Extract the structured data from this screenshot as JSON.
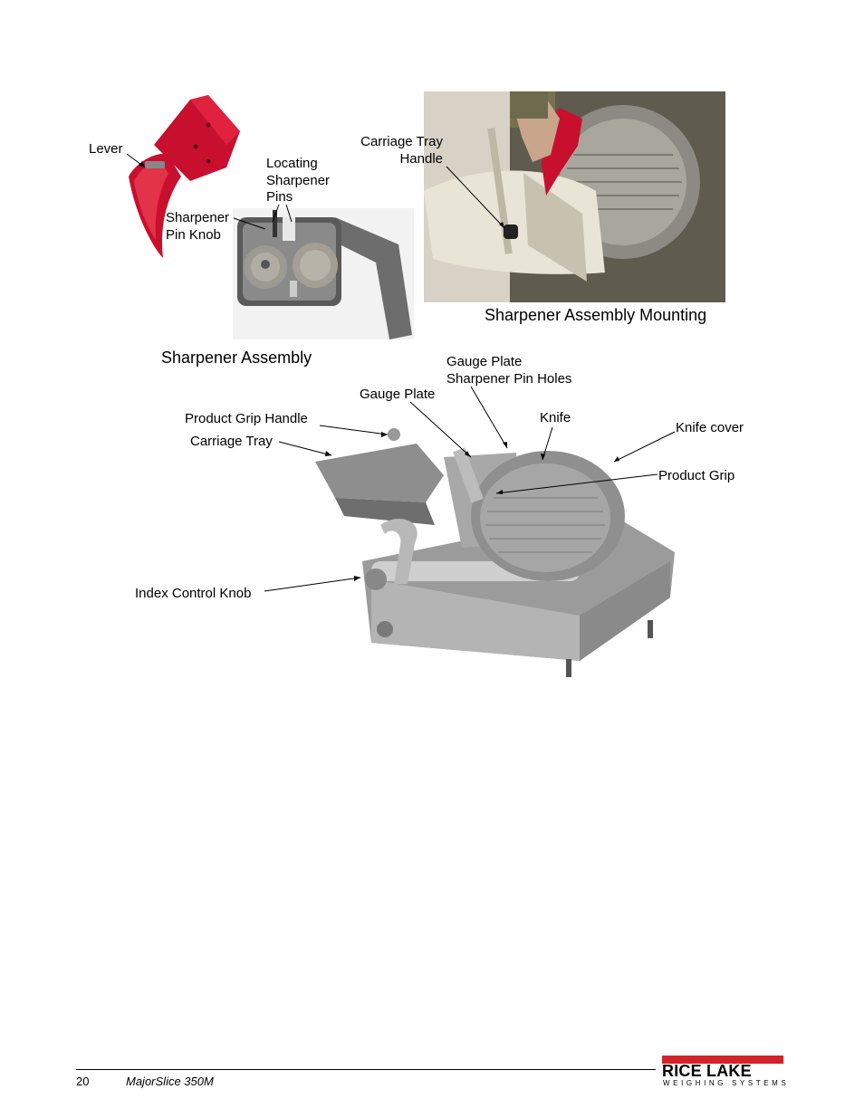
{
  "figures": {
    "sharpener_assembly": {
      "caption": "Sharpener Assembly",
      "labels": {
        "lever": "Lever",
        "locating_pins": [
          "Locating",
          "Sharpener",
          "Pins"
        ],
        "pin_knob": [
          "Sharpener",
          "Pin Knob"
        ]
      }
    },
    "sharpener_mounting": {
      "caption": "Sharpener Assembly Mounting",
      "labels": {
        "carriage_tray_handle": [
          "Carriage Tray",
          "Handle"
        ]
      }
    },
    "slicer": {
      "labels": {
        "gauge_plate_pin_holes": [
          "Gauge Plate",
          "Sharpener Pin Holes"
        ],
        "gauge_plate": "Gauge Plate",
        "knife": "Knife",
        "knife_cover": "Knife cover",
        "product_grip_handle": "Product Grip Handle",
        "carriage_tray": "Carriage Tray",
        "product_grip": "Product Grip",
        "index_control_knob": "Index Control Knob"
      }
    }
  },
  "footer": {
    "page_number": "20",
    "document_title": "MajorSlice 350M",
    "logo_main": "RICE LAKE",
    "logo_sub": "WEIGHING SYSTEMS"
  },
  "colors": {
    "brand_red": "#d2232a",
    "sharpener_red": "#c8102e"
  }
}
